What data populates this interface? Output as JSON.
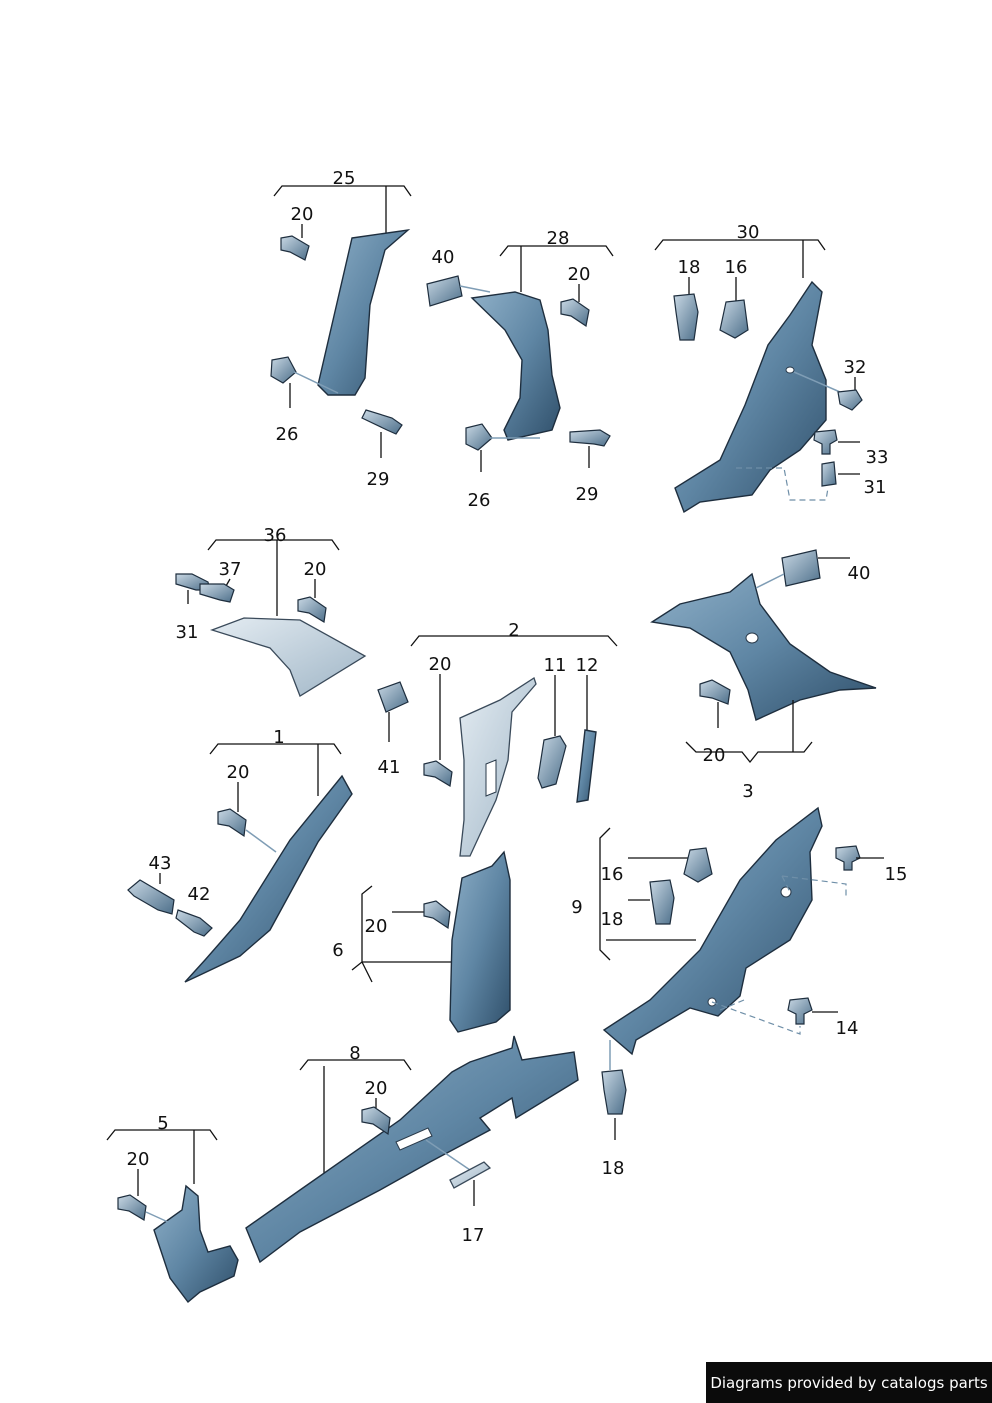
{
  "callouts": {
    "c25": "25",
    "c20a": "20",
    "c26a": "26",
    "c29a": "29",
    "c28": "28",
    "c40a": "40",
    "c20b": "20",
    "c26b": "26",
    "c29b": "29",
    "c30": "30",
    "c18a": "18",
    "c16a": "16",
    "c32": "32",
    "c33": "33",
    "c31a": "31",
    "c36": "36",
    "c37": "37",
    "c20c": "20",
    "c31b": "31",
    "c40b": "40",
    "c3": "3",
    "c20d": "20",
    "c2": "2",
    "c20e": "20",
    "c11": "11",
    "c12": "12",
    "c41": "41",
    "c1": "1",
    "c20f": "20",
    "c43": "43",
    "c42": "42",
    "c6": "6",
    "c20g": "20",
    "c9": "9",
    "c16b": "16",
    "c18b": "18",
    "c15": "15",
    "c14": "14",
    "c18c": "18",
    "c8": "8",
    "c20h": "20",
    "c17": "17",
    "c5": "5",
    "c20i": "20"
  },
  "footer": {
    "text": "Diagrams provided by catalogs parts"
  }
}
